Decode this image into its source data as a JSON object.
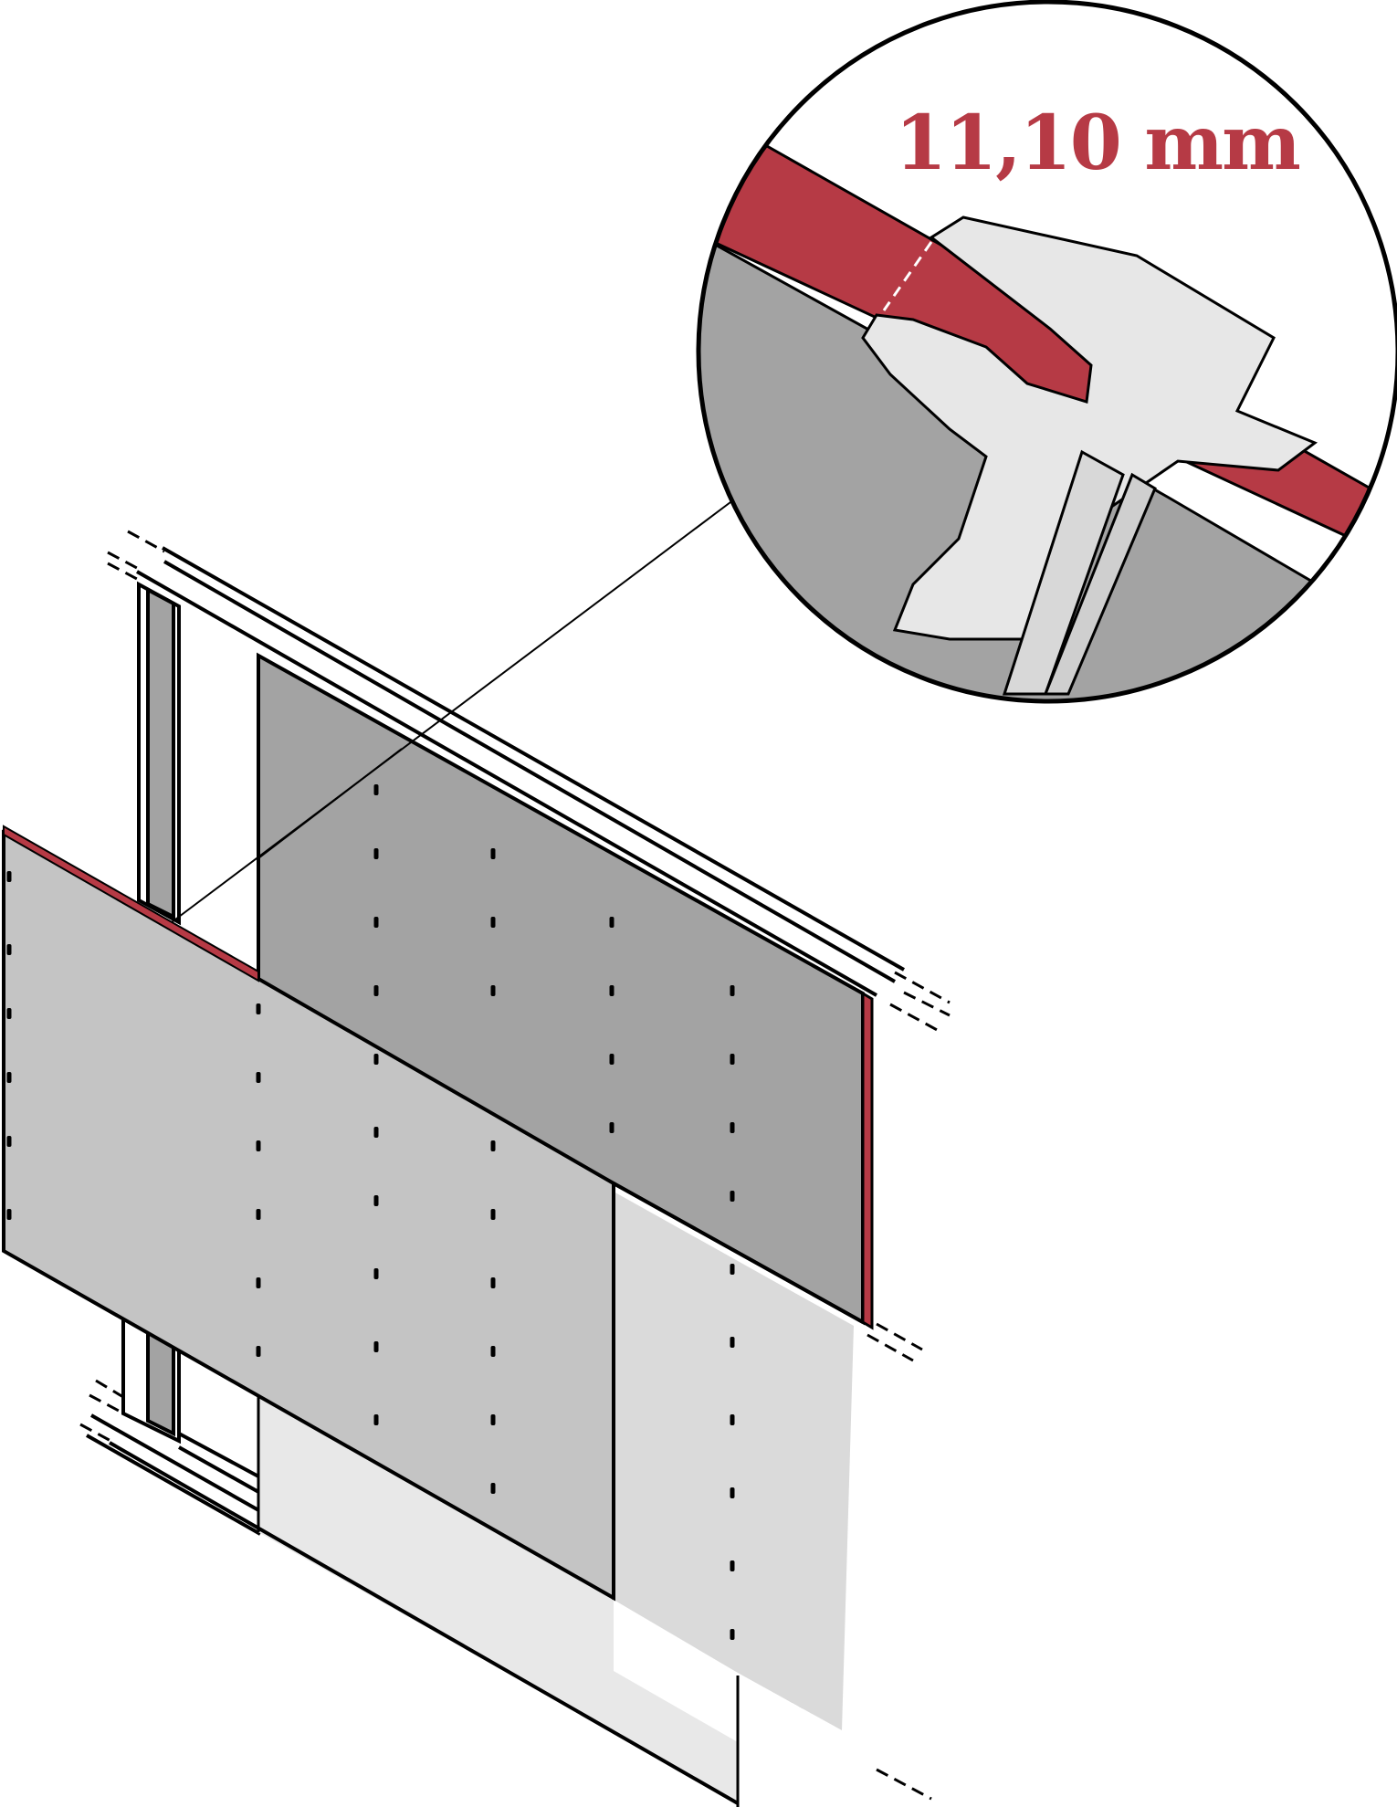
{
  "measurement": {
    "label": "11,10 mm"
  },
  "colors": {
    "accent_red": "#b63a45",
    "board_front": "#c4c4c4",
    "board_back": "#a3a3a3",
    "board_pale": "#dadada",
    "board_palest": "#e8e8e8",
    "caliper": "#e7e7e7",
    "outline": "#000000",
    "screw": "#000000"
  },
  "icons": {
    "screw_marks": "screw-hole",
    "magnifier": "detail-circle",
    "tool": "caliper"
  }
}
